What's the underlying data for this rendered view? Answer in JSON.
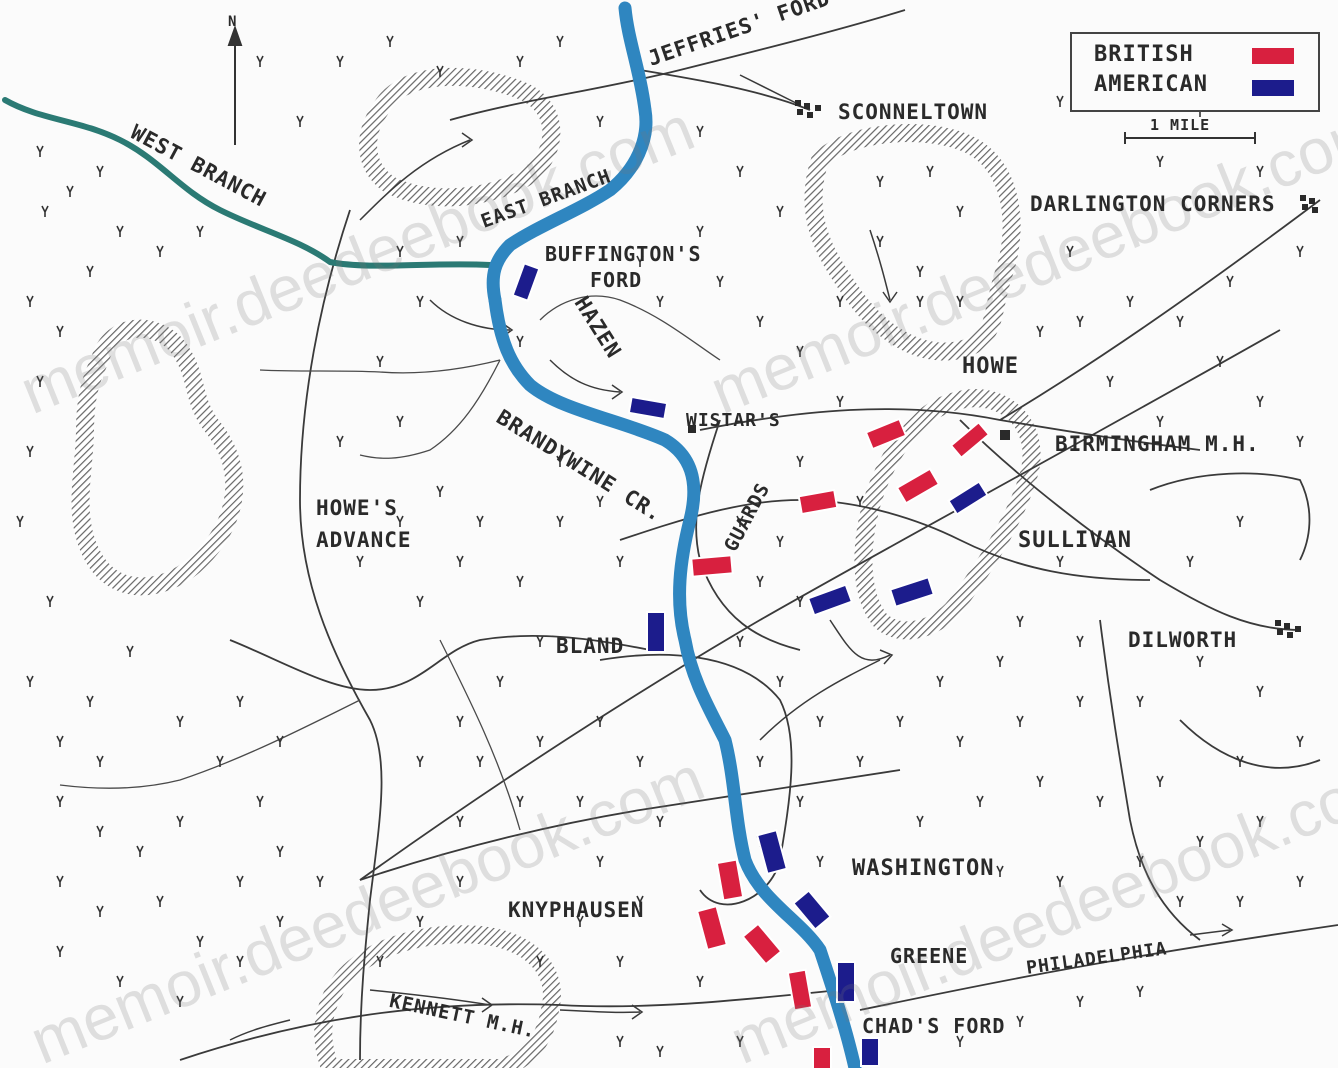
{
  "legend": {
    "items": [
      {
        "label": "BRITISH",
        "color": "#d8203f"
      },
      {
        "label": "AMERICAN",
        "color": "#1c1c8c"
      }
    ]
  },
  "scale": {
    "label": "1 MILE"
  },
  "north": {
    "label": "N"
  },
  "places": {
    "jeffries_ford": "JEFFRIES' FORD",
    "sconneltown": "SCONNELTOWN",
    "darlington_corners": "DARLINGTON CORNERS",
    "west_branch": "WEST BRANCH",
    "east_branch": "EAST BRANCH",
    "buffingtons_ford": "BUFFINGTON'S",
    "buffingtons_ford_2": "FORD",
    "hazen": "HAZEN",
    "howe": "HOWE",
    "wistars": "WISTAR'S",
    "birmingham": "BIRMINGHAM M.H.",
    "brandywine": "BRANDYWINE CR.",
    "guards": "GUARDS",
    "sullivan": "SULLIVAN",
    "howes_advance_1": "HOWE'S",
    "howes_advance_2": "ADVANCE",
    "bland": "BLAND",
    "dilworth": "DILWORTH",
    "washington": "WASHINGTON",
    "knyphausen": "KNYPHAUSEN",
    "greene": "GREENE",
    "philadelphia": "PHILADELPHIA",
    "kennett": "KENNETT M.H.",
    "chads_ford": "CHAD'S FORD"
  },
  "watermark": "memoir.deedeebook.com",
  "colors": {
    "british": "#d8203f",
    "american": "#1c1c8c",
    "river": "#2f86c0",
    "branch": "#2b7a74",
    "line": "#3a3a3a"
  },
  "icons": {
    "tree": "tree-icon",
    "north": "north-arrow-icon",
    "village": "village-icon"
  }
}
